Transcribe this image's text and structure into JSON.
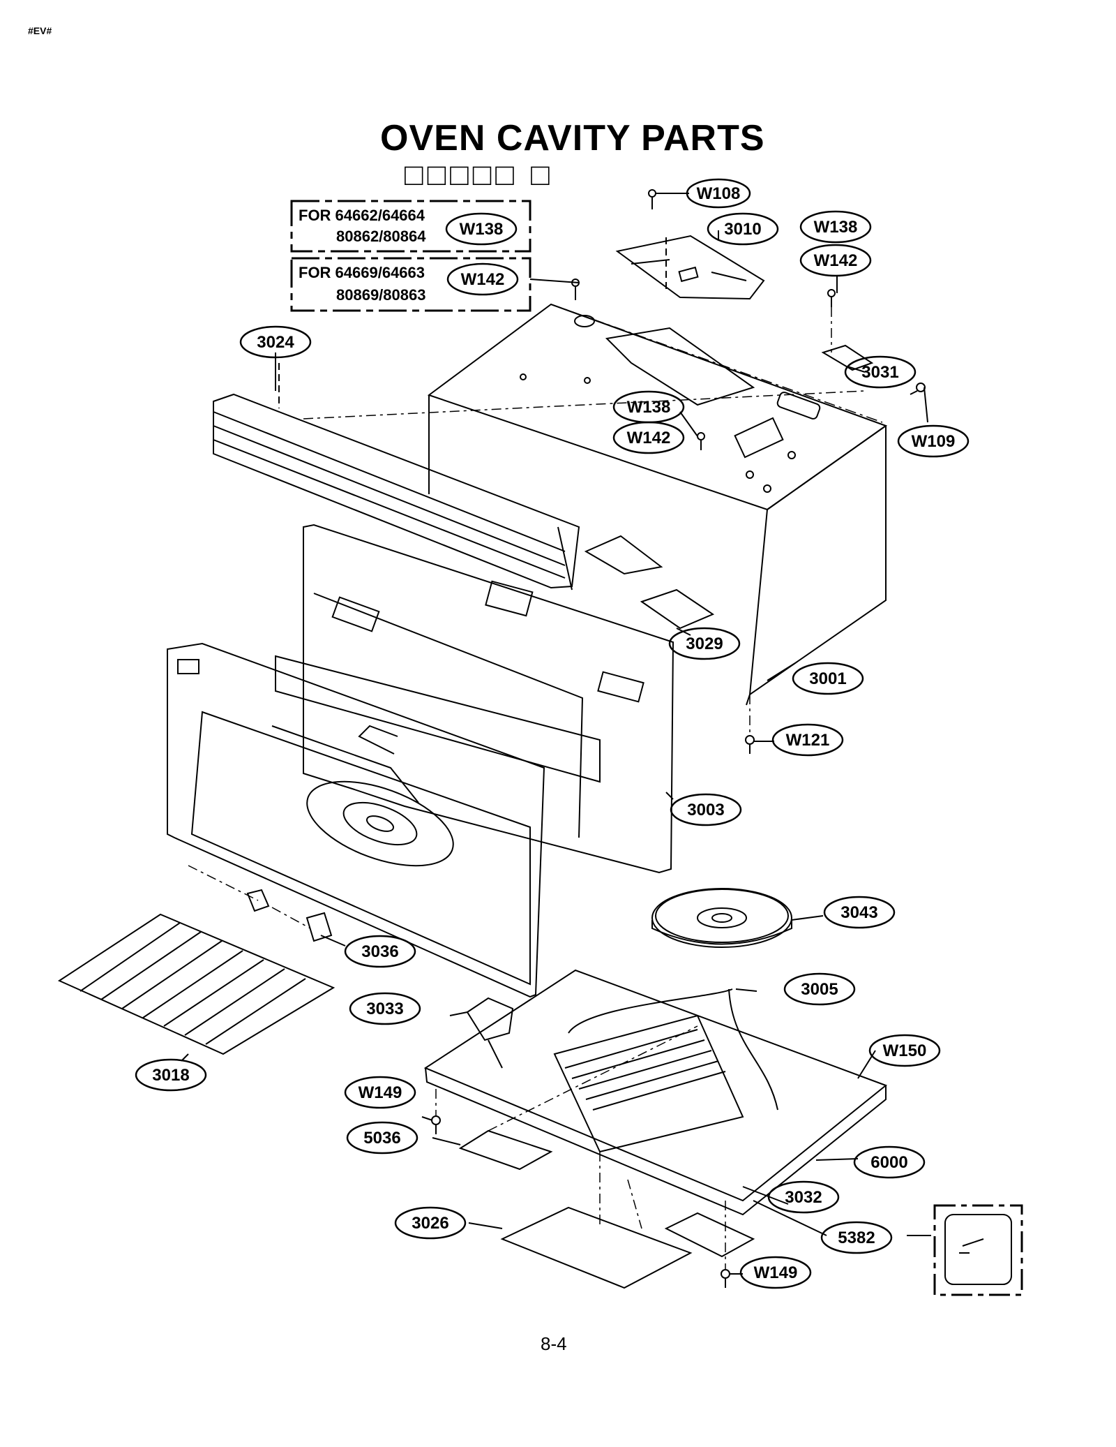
{
  "header": {
    "corner_tag": "#EV#"
  },
  "title": "OVEN CAVITY PARTS",
  "subtitle": "□□□□□ □",
  "page_number": "8-4",
  "notes": [
    {
      "line1": "FOR 64662/64664",
      "line2": "80862/80864",
      "part": "W138"
    },
    {
      "line1": "FOR 64669/64663",
      "line2": "80869/80863",
      "part": "W142"
    }
  ],
  "callouts": [
    {
      "id": "W108",
      "label": "W108"
    },
    {
      "id": "3010",
      "label": "3010"
    },
    {
      "id": "W138a",
      "label": "W138"
    },
    {
      "id": "W142a",
      "label": "W142"
    },
    {
      "id": "3024",
      "label": "3024"
    },
    {
      "id": "3031",
      "label": "3031"
    },
    {
      "id": "W138b",
      "label": "W138"
    },
    {
      "id": "W142b",
      "label": "W142"
    },
    {
      "id": "W109",
      "label": "W109"
    },
    {
      "id": "3029",
      "label": "3029"
    },
    {
      "id": "3001",
      "label": "3001"
    },
    {
      "id": "W121",
      "label": "W121"
    },
    {
      "id": "3003",
      "label": "3003"
    },
    {
      "id": "3043",
      "label": "3043"
    },
    {
      "id": "3036",
      "label": "3036"
    },
    {
      "id": "3005",
      "label": "3005"
    },
    {
      "id": "3033",
      "label": "3033"
    },
    {
      "id": "W150",
      "label": "W150"
    },
    {
      "id": "3018",
      "label": "3018"
    },
    {
      "id": "W149a",
      "label": "W149"
    },
    {
      "id": "5036",
      "label": "5036"
    },
    {
      "id": "6000",
      "label": "6000"
    },
    {
      "id": "3032",
      "label": "3032"
    },
    {
      "id": "3026",
      "label": "3026"
    },
    {
      "id": "5382",
      "label": "5382"
    },
    {
      "id": "W149b",
      "label": "W149"
    }
  ]
}
